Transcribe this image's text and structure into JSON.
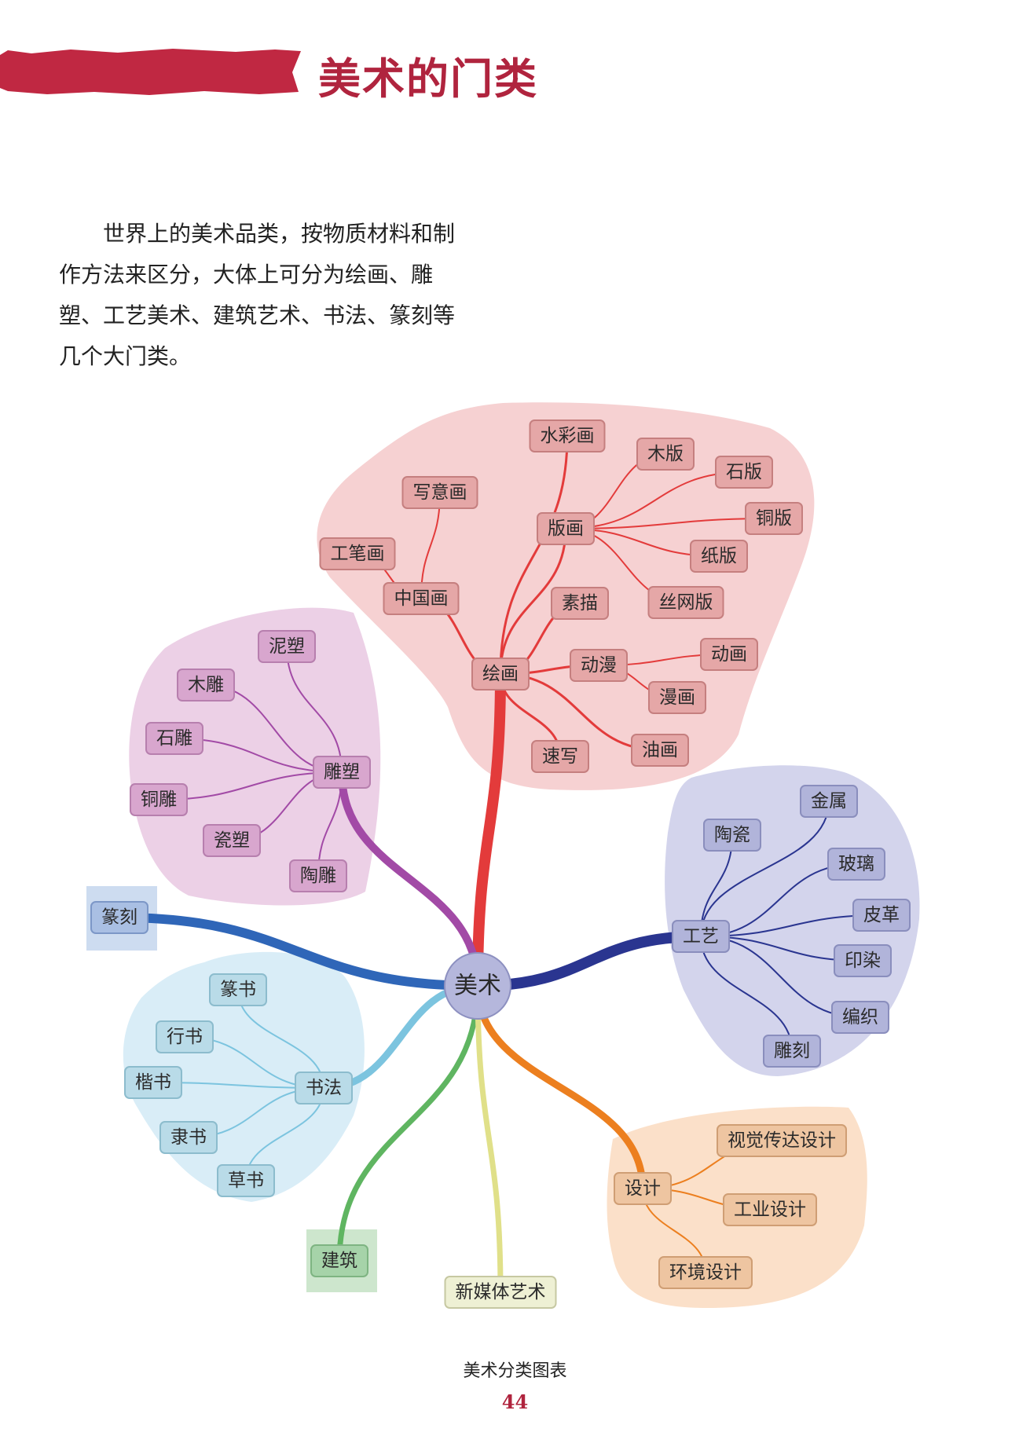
{
  "page": {
    "title": "美术的门类",
    "intro": "世界上的美术品类，按物质材料和制作方法来区分，大体上可分为绘画、雕塑、工艺美术、建筑艺术、书法、篆刻等几个大门类。",
    "caption": "美术分类图表",
    "page_number": "44"
  },
  "colors": {
    "accent": "#b0243e",
    "painting": "#e33b3b",
    "sculpture": "#a24aa6",
    "seal": "#2f66b8",
    "calligraphy": "#7cc4df",
    "architecture": "#5fb561",
    "newmedia": "#e0e089",
    "design": "#ec7f1f",
    "craft": "#2a3590"
  },
  "mindmap": {
    "root": "美术",
    "nodes": {
      "huihua": "绘画",
      "shuicaihua": "水彩画",
      "banhua": "版画",
      "muban": "木版",
      "shiban": "石版",
      "tongban": "铜版",
      "zhiban": "纸版",
      "siwangban": "丝网版",
      "xieyihua": "写意画",
      "gongbihua": "工笔画",
      "zhongguohua": "中国画",
      "sumiao": "素描",
      "dongman": "动漫",
      "donghua": "动画",
      "manhua": "漫画",
      "youhua": "油画",
      "suxie": "速写",
      "diaosu": "雕塑",
      "nisu": "泥塑",
      "mudiao": "木雕",
      "shidiao": "石雕",
      "tongdiao": "铜雕",
      "cisu": "瓷塑",
      "taodiao": "陶雕",
      "zhuanke": "篆刻",
      "shufa": "书法",
      "zhuanshu": "篆书",
      "xingshu": "行书",
      "kaishu": "楷书",
      "lishu": "隶书",
      "caoshu": "草书",
      "jianzhu": "建筑",
      "xinmeiti": "新媒体艺术",
      "sheji": "设计",
      "shijue": "视觉传达设计",
      "gongye": "工业设计",
      "huanjing": "环境设计",
      "gongyi": "工艺",
      "taoci": "陶瓷",
      "jinshu": "金属",
      "boli": "玻璃",
      "pige": "皮革",
      "yinran": "印染",
      "bianzhi": "编织",
      "diaoke": "雕刻"
    }
  }
}
